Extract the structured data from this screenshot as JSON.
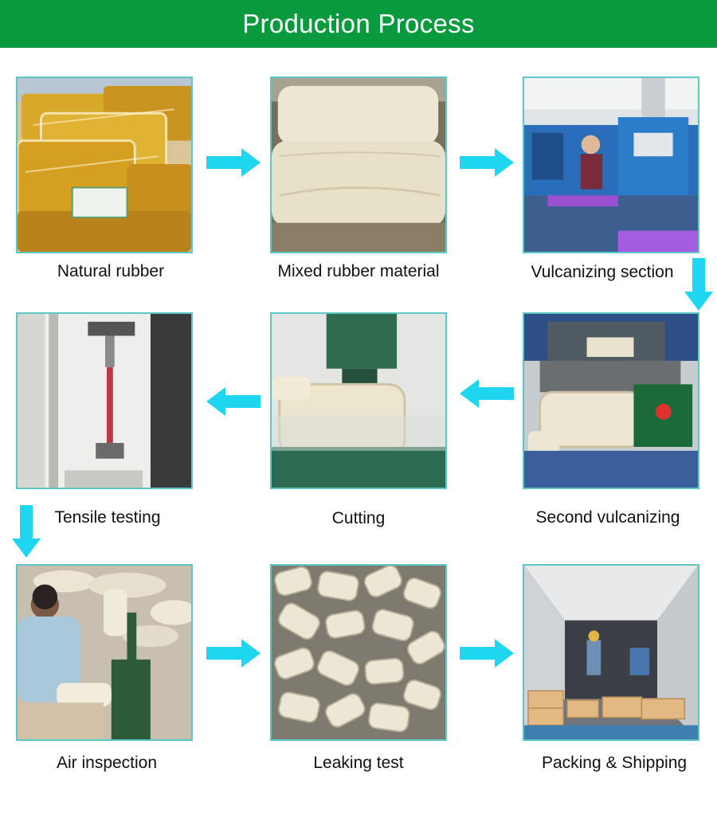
{
  "header": {
    "title": "Production Process"
  },
  "colors": {
    "header_bg": "#0a9a3e",
    "arrow": "#1fd6f0",
    "photo_border": "#5ec7c4"
  },
  "steps": [
    {
      "label": "Natural rubber"
    },
    {
      "label": "Mixed rubber material"
    },
    {
      "label": "Vulcanizing section"
    },
    {
      "label": "Second vulcanizing"
    },
    {
      "label": "Cutting"
    },
    {
      "label": "Tensile testing"
    },
    {
      "label": "Air inspection"
    },
    {
      "label": "Leaking test"
    },
    {
      "label": "Packing & Shipping"
    }
  ]
}
